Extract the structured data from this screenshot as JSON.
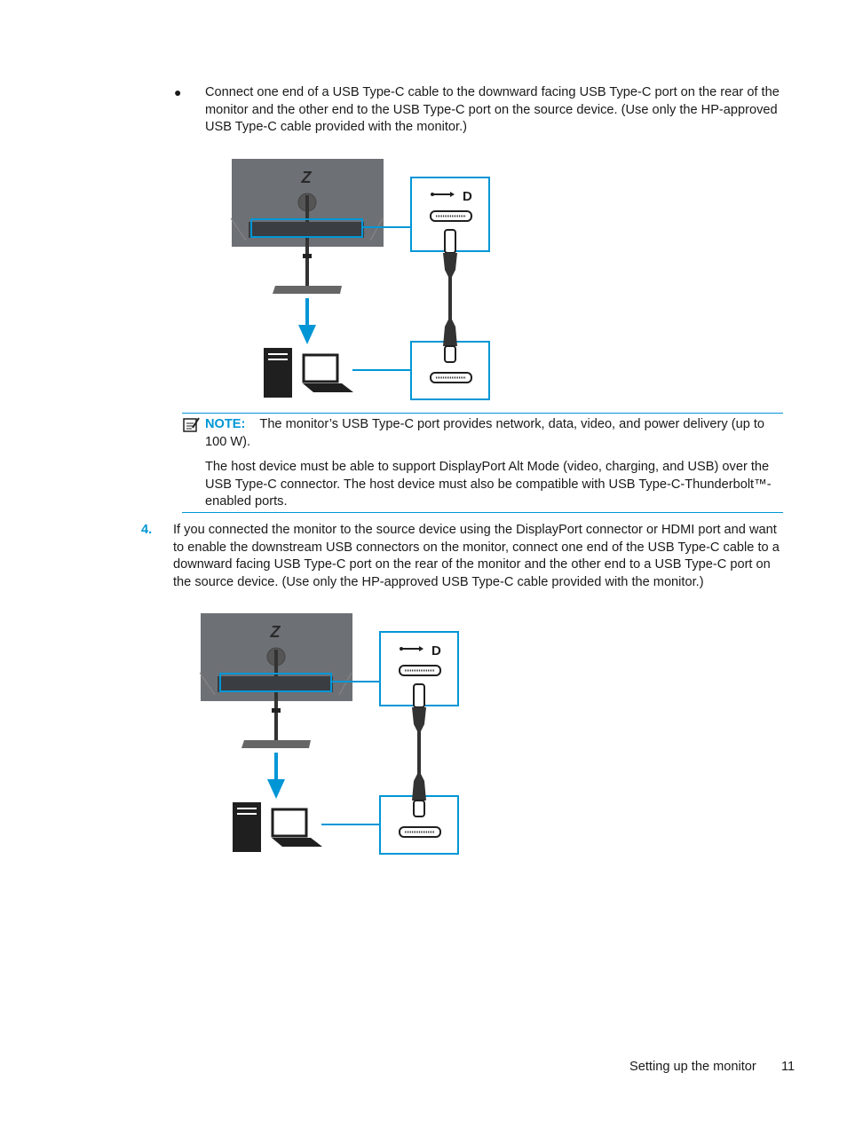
{
  "bullet": {
    "marker": "●",
    "text": "Connect one end of a USB Type-C cable to the downward facing USB Type-C port on the rear of the monitor and the other end to the USB Type-C port on the source device. (Use only the HP-approved USB Type-C cable provided with the monitor.)"
  },
  "figures": [
    {
      "logo": "Z",
      "usb_icon": "usb-icon",
      "dp_icon": "displayport-icon"
    },
    {
      "logo": "Z",
      "usb_icon": "usb-icon",
      "dp_icon": "displayport-icon"
    }
  ],
  "note": {
    "label": "NOTE:",
    "text1": "The monitor’s USB Type-C port provides network, data, video, and power delivery (up to 100 W).",
    "text2": "The host device must be able to support DisplayPort Alt Mode (video, charging, and USB) over the USB Type-C connector. The host device must also be compatible with USB Type-C-Thunderbolt™-enabled ports."
  },
  "step4": {
    "number": "4.",
    "text": "If you connected the monitor to the source device using the DisplayPort connector or HDMI port and want to enable the downstream USB connectors on the monitor, connect one end of the USB Type-C cable to a downward facing USB Type-C port on the rear of the monitor and the other end to a USB Type-C port on the source device. (Use only the HP-approved USB Type-C cable provided with the monitor.)"
  },
  "footer": {
    "section": "Setting up the monitor",
    "page": "11"
  },
  "colors": {
    "accent": "#0096d6",
    "monitor": "#6d7075",
    "dark": "#222222"
  }
}
